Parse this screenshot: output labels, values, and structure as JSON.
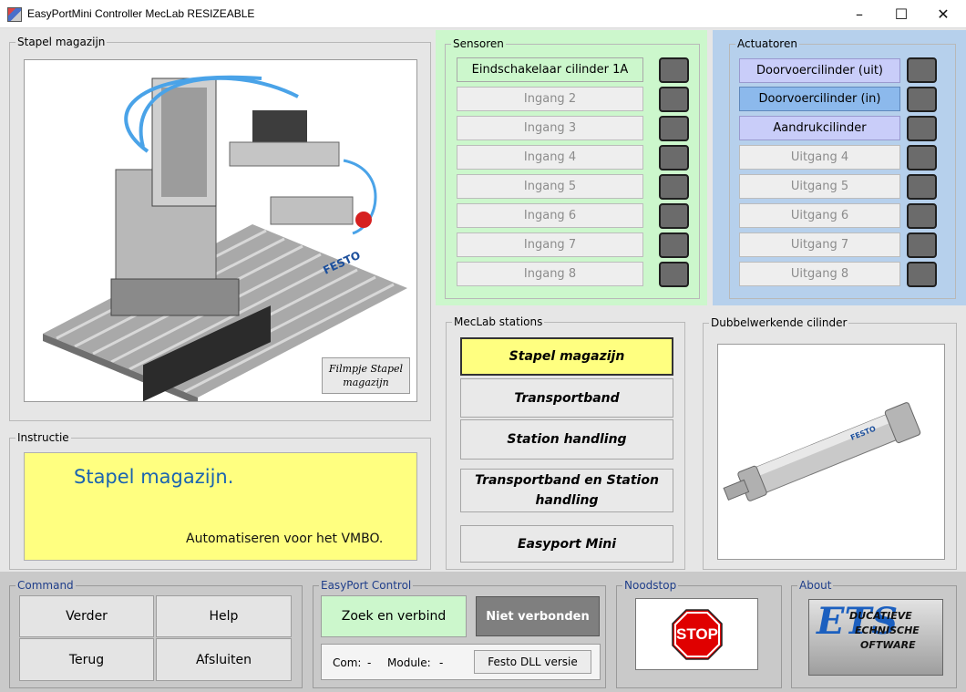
{
  "window": {
    "title": "EasyPortMini Controller MecLab RESIZEABLE",
    "minimize": "–",
    "maximize": "☐",
    "close": "✕"
  },
  "station_panel": {
    "legend": "Stapel magazijn",
    "video_button": "Filmpje Stapel magazijn"
  },
  "sensors": {
    "legend": "Sensoren",
    "items": [
      "Eindschakelaar cilinder 1A",
      "Ingang 2",
      "Ingang 3",
      "Ingang 4",
      "Ingang 5",
      "Ingang 6",
      "Ingang 7",
      "Ingang 8"
    ]
  },
  "actuators": {
    "legend": "Actuatoren",
    "items": [
      "Doorvoercilinder (uit)",
      "Doorvoercilinder (in)",
      "Aandrukcilinder",
      "Uitgang 4",
      "Uitgang 5",
      "Uitgang 6",
      "Uitgang 7",
      "Uitgang 8"
    ]
  },
  "instruction": {
    "legend": "Instructie",
    "title": "Stapel magazijn.",
    "subtitle": "Automatiseren voor het VMBO."
  },
  "stations": {
    "legend": "MecLab stations",
    "items": [
      "Stapel magazijn",
      "Transportband",
      "Station handling",
      "Transportband en Station handling",
      "Easyport Mini"
    ]
  },
  "cylinder_panel": {
    "legend": "Dubbelwerkende cilinder"
  },
  "command": {
    "legend": "Command",
    "next": "Verder",
    "help": "Help",
    "back": "Terug",
    "exit": "Afsluiten"
  },
  "easyport": {
    "legend": "EasyPort Control",
    "connect": "Zoek en verbind",
    "status": "Niet verbonden",
    "com_label": "Com:",
    "com_value": "-",
    "module_label": "Module:",
    "module_value": "-",
    "dll_button": "Festo DLL versie"
  },
  "noodstop": {
    "legend": "Noodstop",
    "sign": "STOP"
  },
  "about": {
    "legend": "About",
    "logo_line1": "DUCATIEVE",
    "logo_line2": "ECHNISCHE",
    "logo_line3": "OFTWARE"
  },
  "images": {
    "festo_brand": "FESTO"
  },
  "colors": {
    "sensor_bg": "#ccf7cc",
    "actuator_bg": "#b6d0ec",
    "instruction_bg": "#ffff80",
    "connect_bg": "#ccf7cc",
    "status_bg": "#7f7f7f",
    "legend_blue": "#1f3e8a"
  }
}
